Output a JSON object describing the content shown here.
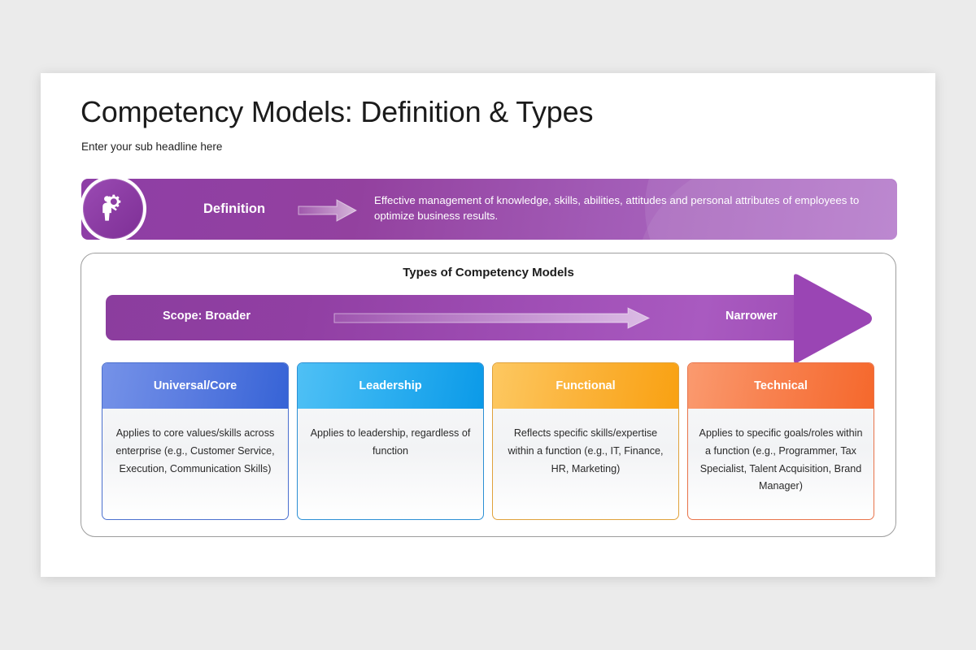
{
  "slide": {
    "title": "Competency Models: Definition & Types",
    "subtitle": "Enter your sub headline here"
  },
  "definition": {
    "icon": "person-gear-icon",
    "label": "Definition",
    "arrow_icon": "right-arrow-icon",
    "text": "Effective management of knowledge, skills, abilities, attitudes and personal attributes of employees to optimize business results."
  },
  "types": {
    "heading": "Types of Competency Models",
    "scope": {
      "left_label": "Scope: Broader",
      "right_label": "Narrower",
      "arrow_icon": "scope-right-arrow-icon"
    },
    "cards": [
      {
        "title": "Universal/Core",
        "body": "Applies to core values/skills across enterprise (e.g., Customer Service, Execution, Communication Skills)",
        "color": "#3663d6"
      },
      {
        "title": "Leadership",
        "body": "Applies to leadership, regardless of function",
        "color": "#0b9ae8"
      },
      {
        "title": "Functional",
        "body": "Reflects specific skills/expertise within a function (e.g., IT, Finance, HR, Marketing)",
        "color": "#f9a112"
      },
      {
        "title": "Technical",
        "body": "Applies to specific goals/roles within a function (e.g., Programmer, Tax Specialist, Talent Acquisition, Brand Manager)",
        "color": "#f5682c"
      }
    ]
  },
  "theme": {
    "purple_dark": "#8b3d9e",
    "purple_light": "#b173c9",
    "page_background": "#ebebeb",
    "slide_background": "#ffffff"
  }
}
